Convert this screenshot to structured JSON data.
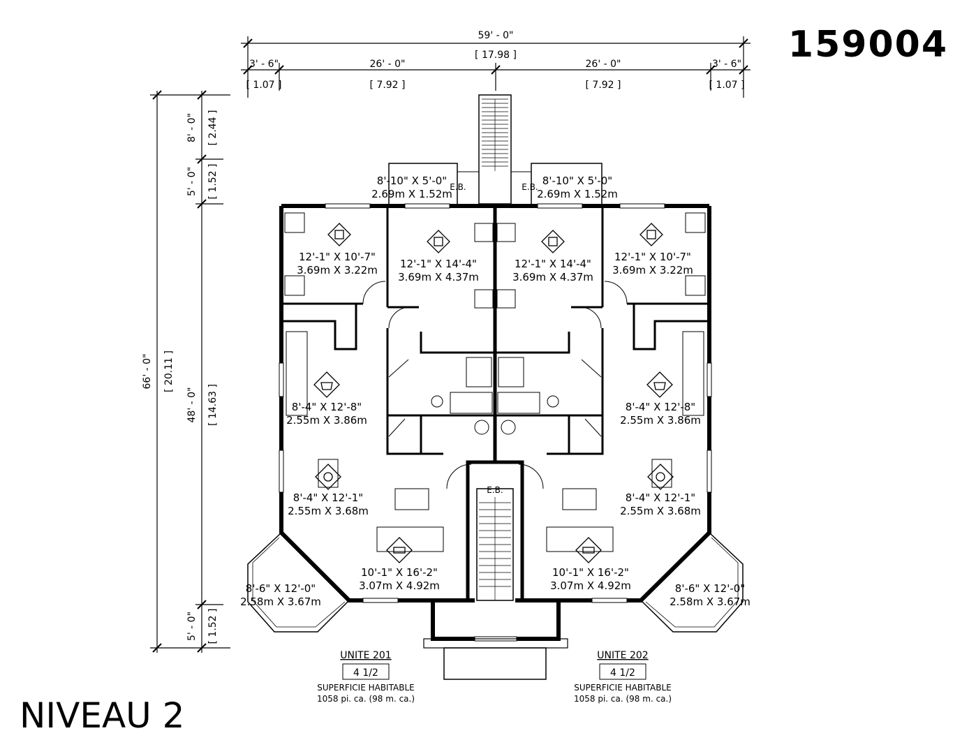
{
  "plan_number": "159004",
  "level_title": "NIVEAU 2",
  "dimensions_top": {
    "overall_ft": "59' - 0\"",
    "overall_m": "[ 17.98 ]",
    "left_edge_ft": "3' - 6\"",
    "left_edge_m": "[ 1.07 ]",
    "left_span_ft": "26' - 0\"",
    "left_span_m": "[ 7.92 ]",
    "right_span_ft": "26' - 0\"",
    "right_span_m": "[ 7.92 ]",
    "right_edge_ft": "3' - 6\"",
    "right_edge_m": "[ 1.07 ]"
  },
  "dimensions_left": {
    "overall_ft": "66' - 0\"",
    "overall_m": "[ 20.11 ]",
    "top_ft": "8' - 0\"",
    "top_m": "[ 2.44 ]",
    "balcony_ft": "5' - 0\"",
    "balcony_m": "[ 1.52 ]",
    "main_ft": "48' - 0\"",
    "main_m": "[ 14.63 ]",
    "bottom_ft": "5' - 0\"",
    "bottom_m": "[ 1.52 ]"
  },
  "labels": {
    "eb": "E.B."
  },
  "rooms": {
    "balcony_l_ft": "8'-10\" X 5'-0\"",
    "balcony_l_m": "2.69m X 1.52m",
    "balcony_r_ft": "8'-10\" X 5'-0\"",
    "balcony_r_m": "2.69m X 1.52m",
    "bed1_l_ft": "12'-1\" X 10'-7\"",
    "bed1_l_m": "3.69m X 3.22m",
    "bed2_l_ft": "12'-1\" X 14'-4\"",
    "bed2_l_m": "3.69m X 4.37m",
    "bed2_r_ft": "12'-1\" X 14'-4\"",
    "bed2_r_m": "3.69m X 4.37m",
    "bed1_r_ft": "12'-1\" X 10'-7\"",
    "bed1_r_m": "3.69m X 3.22m",
    "kitchen_l_ft": "8'-4\" X 12'-8\"",
    "kitchen_l_m": "2.55m X 3.86m",
    "kitchen_r_ft": "8'-4\" X 12'-8\"",
    "kitchen_r_m": "2.55m X 3.86m",
    "dining_l_ft": "8'-4\" X 12'-1\"",
    "dining_l_m": "2.55m X 3.68m",
    "dining_r_ft": "8'-4\" X 12'-1\"",
    "dining_r_m": "2.55m X 3.68m",
    "living_l_ft": "10'-1\" X 16'-2\"",
    "living_l_m": "3.07m X 4.92m",
    "living_r_ft": "10'-1\" X 16'-2\"",
    "living_r_m": "3.07m X 4.92m",
    "bay_l_ft": "8'-6\" X 12'-0\"",
    "bay_l_m": "2.58m X 3.67m",
    "bay_r_ft": "8'-6\" X 12'-0\"",
    "bay_r_m": "2.58m X 3.67m"
  },
  "units": [
    {
      "name": "UNITE 201",
      "type": "4 1/2",
      "area_label": "SUPERFICIE HABITABLE",
      "area": "1058 pi. ca. (98 m. ca.)"
    },
    {
      "name": "UNITE 202",
      "type": "4 1/2",
      "area_label": "SUPERFICIE HABITABLE",
      "area": "1058 pi. ca. (98 m. ca.)"
    }
  ],
  "room_icons": {
    "bed1": "bedroom-1-icon",
    "bed2": "bedroom-2-icon",
    "kitchen": "kitchen-icon",
    "dining": "dining-icon",
    "living": "living-room-icon"
  }
}
